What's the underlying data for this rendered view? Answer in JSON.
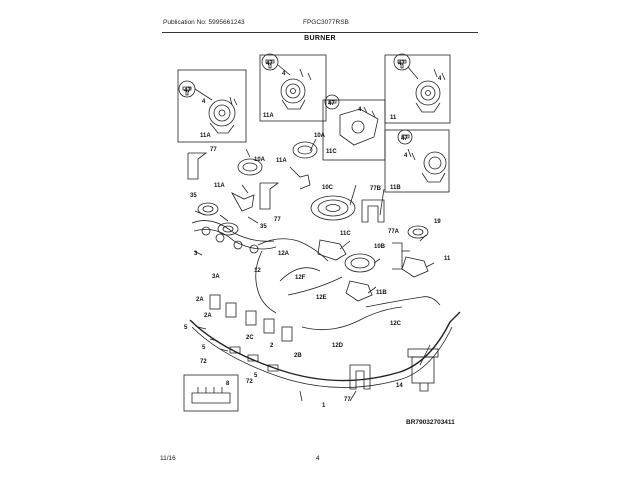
{
  "header": {
    "publication": "Publication No: 5995661243",
    "model": "FPGC3077RSB"
  },
  "title": "BURNER",
  "footer": {
    "diagram_code": "BR79032703411",
    "page_fraction": "11/16",
    "page_number": "4"
  },
  "callouts": {
    "c47a": "47",
    "c4a": "4",
    "c11a_top": "11A",
    "c47b": "47",
    "c4b": "4",
    "c11a_mid": "11A",
    "c47c": "47",
    "c4c": "4",
    "c11_top": "11",
    "c47d": "47",
    "c4d": "4",
    "c11c": "11C",
    "c47e": "47",
    "c4e": "4",
    "c11b_top": "11B",
    "c77a": "77",
    "c10a_1": "10A",
    "c10a_2": "10A",
    "c11a_low": "11A",
    "c11a_side": "11A",
    "c10c": "10C",
    "c77b": "77B",
    "c35a": "35",
    "c35b": "35",
    "c3": "3",
    "c3a": "3A",
    "c12": "12",
    "c12a": "12A",
    "c12f": "12F",
    "c12e": "12E",
    "c11c_low": "11C",
    "c10b": "10B",
    "c11b_low": "11B",
    "c77a_side": "77A",
    "c19": "19",
    "c11_low": "11",
    "c2a_a": "2A",
    "c2a_b": "2A",
    "c2c": "2C",
    "c2": "2",
    "c2b": "2B",
    "c5a": "5",
    "c5b": "5",
    "c5c": "5",
    "c72a": "72",
    "c72b": "72",
    "c12d": "12D",
    "c12c": "12C",
    "c8": "8",
    "c1": "1",
    "c77_low": "77",
    "c14": "14",
    "c77_mid": "77"
  }
}
